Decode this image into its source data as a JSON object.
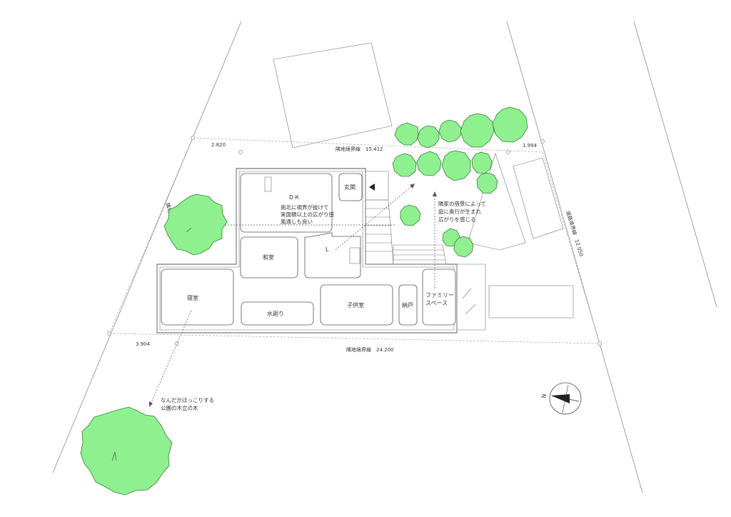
{
  "rooms": {
    "dk": "ＤＫ",
    "genkan": "玄関",
    "washitsu": "和室",
    "living": "L",
    "shinshitsu": "寝室",
    "mizumawari": "水廻り",
    "kodomo": "子供室",
    "nando": "納戸",
    "family_line1": "ファミリー",
    "family_line2": "スペース"
  },
  "notes": {
    "north_south": [
      "南北に視界が抜けて",
      "実面積以上の広がり感",
      "風通しも良い"
    ],
    "neighbor": [
      "隣家の借景によって",
      "庭に奥行が生まれ",
      "広がりを感じる"
    ],
    "park": [
      "なんだかほっこりする",
      "公園の木立の木"
    ]
  },
  "dimensions": {
    "top_left_segment": "2.820",
    "top_boundary": "隣地境界線　15.412",
    "top_right_segment": "1.994",
    "left_boundary": "隣地境界線　24.200",
    "right_boundary": "道路境界線　12.050",
    "bottom_left_segment": "3.904",
    "bottom_boundary": "隣地境界線　24.200"
  },
  "compass": {
    "label": "N"
  },
  "colors": {
    "tree_fill": "#8ff08f",
    "tree_stroke": "#3a7a3a",
    "line": "#555555"
  }
}
